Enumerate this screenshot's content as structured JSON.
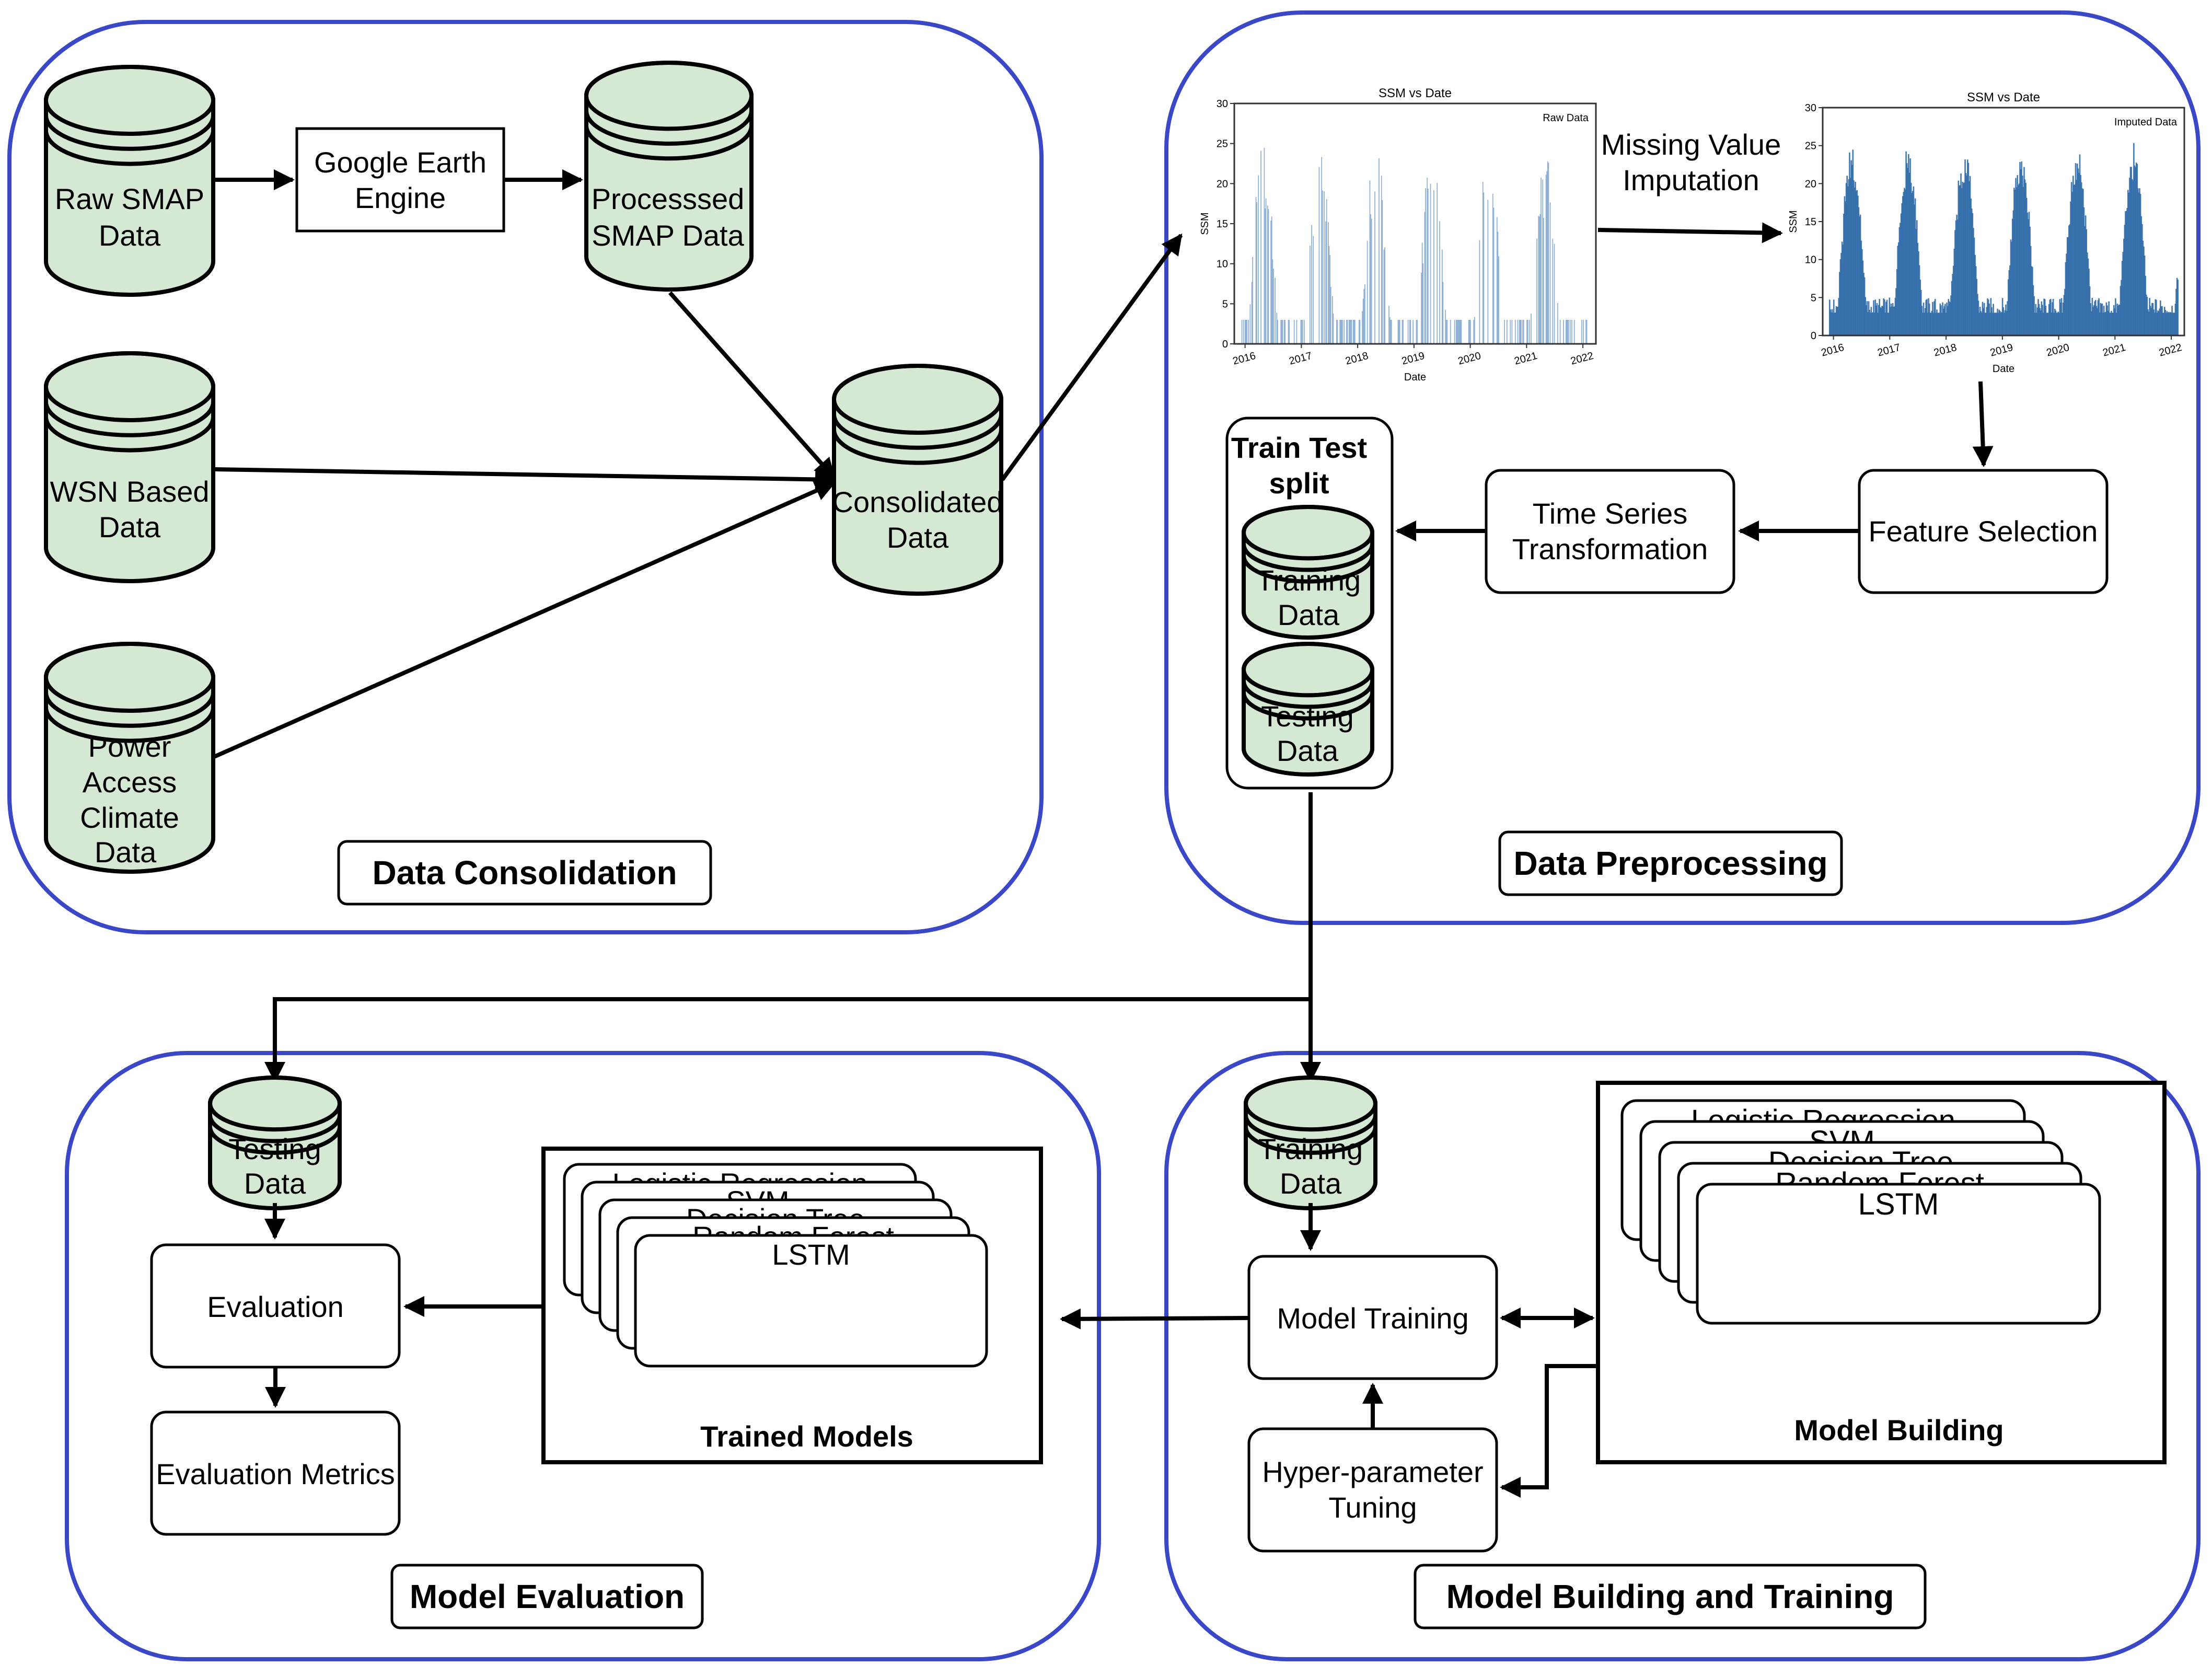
{
  "consolidation": {
    "title": "Data Consolidation",
    "raw_smap": [
      "Raw SMAP",
      "Data"
    ],
    "gee": [
      "Google Earth",
      "Engine"
    ],
    "processed_smap": [
      "Processsed",
      "SMAP Data"
    ],
    "wsn": [
      "WSN Based",
      "Data"
    ],
    "power": [
      "Power",
      "Access",
      "Climate",
      "Data"
    ],
    "consolidated": [
      "Consolidated",
      "Data"
    ]
  },
  "preprocessing": {
    "title": "Data Preprocessing",
    "imputation": [
      "Missing Value",
      "Imputation"
    ],
    "feature_selection": "Feature Selection",
    "time_series": [
      "Time Series",
      "Transformation"
    ],
    "split_title": [
      "Train Test",
      "split"
    ],
    "training": [
      "Training",
      "Data"
    ],
    "testing": [
      "Testing",
      "Data"
    ]
  },
  "building": {
    "title": "Model Building and Training",
    "training": [
      "Training",
      "Data"
    ],
    "model_training": "Model Training",
    "hyper": [
      "Hyper-parameter",
      "Tuning"
    ],
    "models_label": "Model Building",
    "models": [
      "Logistic Regression",
      "SVM",
      "Decision Tree",
      "Random Forest",
      "LSTM"
    ]
  },
  "evaluation": {
    "title": "Model Evaluation",
    "testing": [
      "Testing",
      "Data"
    ],
    "evaluation": "Evaluation",
    "metrics": "Evaluation Metrics",
    "models_label": "Trained Models",
    "models": [
      "Logistic Regression",
      "SVM",
      "Decision Tree",
      "Random Forest",
      "LSTM"
    ]
  },
  "chart_data": [
    {
      "type": "bar",
      "title": "SSM vs Date",
      "legend": "Raw Data",
      "legend_position": "top-right",
      "xlabel": "Date",
      "ylabel": "SSM",
      "ylim": [
        0,
        30
      ],
      "yticks": [
        "0",
        "5",
        "10",
        "15",
        "20",
        "25",
        "30"
      ],
      "xticks": [
        "2016",
        "2017",
        "2018",
        "2019",
        "2020",
        "2021",
        "2022"
      ],
      "color": "#7fa4cf"
    },
    {
      "type": "bar",
      "title": "SSM vs Date",
      "legend": "Imputed Data",
      "legend_position": "top-right",
      "xlabel": "Date",
      "ylabel": "SSM",
      "ylim": [
        0,
        30
      ],
      "yticks": [
        "0",
        "5",
        "10",
        "15",
        "20",
        "25",
        "30"
      ],
      "xticks": [
        "2016",
        "2017",
        "2018",
        "2019",
        "2020",
        "2021",
        "2022"
      ],
      "color": "#2f6aa7"
    }
  ]
}
